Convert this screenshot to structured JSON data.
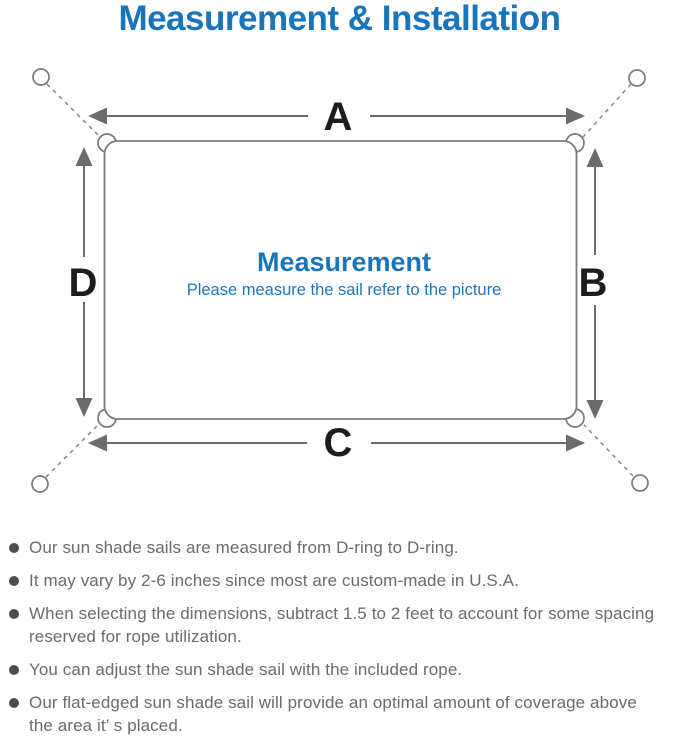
{
  "title": "Measurement & Installation",
  "accent_color": "#1874bb",
  "line_color": "#6c6c6c",
  "diagram": {
    "labels": {
      "top": "A",
      "right": "B",
      "bottom": "C",
      "left": "D"
    },
    "center_title": "Measurement",
    "center_subtitle": "Please measure the sail refer to the picture"
  },
  "notes": [
    {
      "text": "Our sun shade sails are measured from D-ring to D-ring."
    },
    {
      "text": "It may vary by 2-6 inches since most are custom-made in U.S.A."
    },
    {
      "text": "When selecting the dimensions, subtract 1.5 to 2 feet to account for some spacing\nreserved for rope utilization."
    },
    {
      "text": "You can adjust the sun shade sail with the included rope."
    },
    {
      "text": "Our flat-edged sun shade sail will provide an optimal amount of coverage above\nthe area it’ s placed."
    }
  ]
}
